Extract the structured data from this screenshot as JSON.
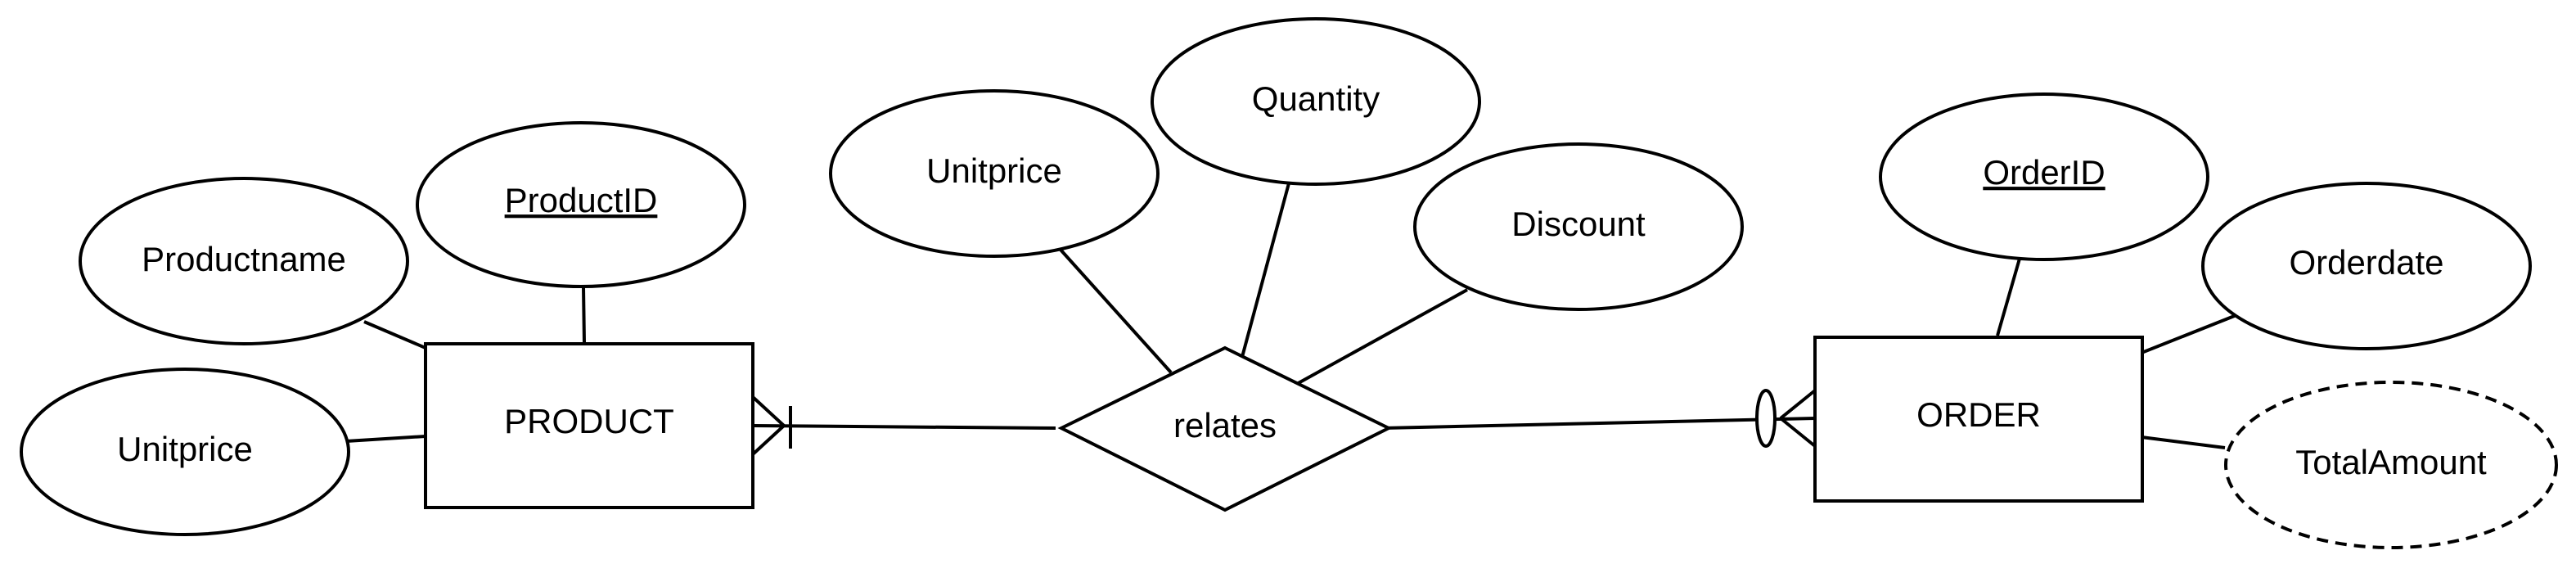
{
  "diagram": {
    "type": "entity-relationship",
    "colors": {
      "line": "#000000",
      "fill": "#ffffff"
    },
    "entities": {
      "product": {
        "label": "PRODUCT"
      },
      "order": {
        "label": "ORDER"
      }
    },
    "relationship": {
      "label": "relates"
    },
    "attributes": {
      "product_id": {
        "label": "ProductID",
        "key": true
      },
      "product_name": {
        "label": "Productname"
      },
      "product_unitprice": {
        "label": "Unitprice"
      },
      "relates_unitprice": {
        "label": "Unitprice"
      },
      "relates_quantity": {
        "label": "Quantity"
      },
      "relates_discount": {
        "label": "Discount"
      },
      "order_id": {
        "label": "OrderID",
        "key": true
      },
      "order_date": {
        "label": "Orderdate"
      },
      "order_total": {
        "label": "TotalAmount",
        "derived": true
      }
    },
    "cardinality": {
      "product_side": "one-and-only-one to many",
      "order_side": "zero to many"
    }
  }
}
